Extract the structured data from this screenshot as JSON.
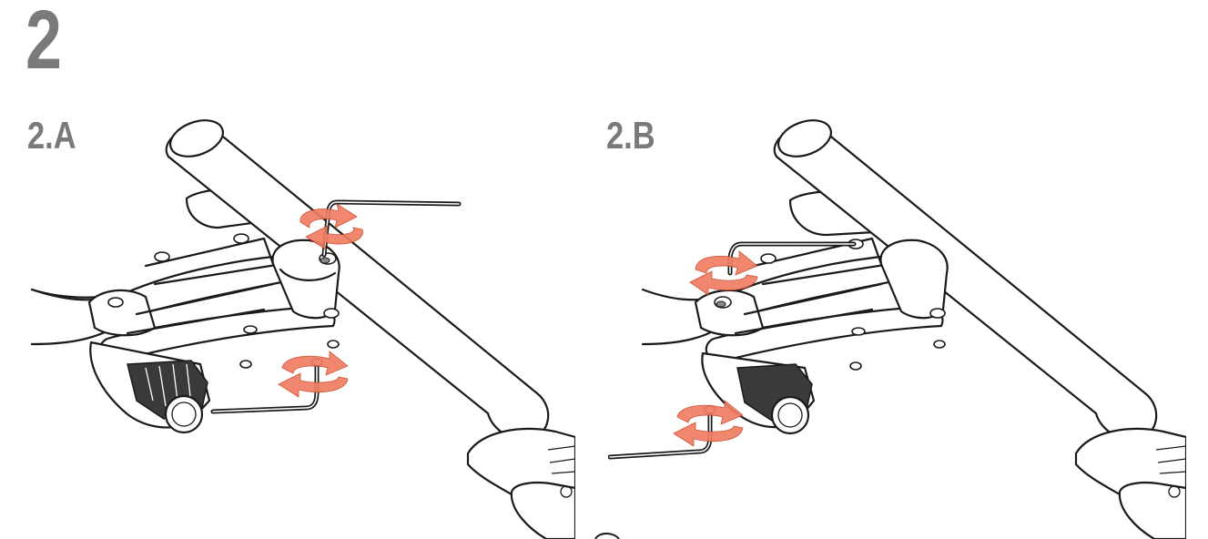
{
  "step": {
    "number": "2",
    "sub_a": "2.A",
    "sub_b": "2.B"
  },
  "colors": {
    "title": "#7a7a7a",
    "arrow": "#ef7d62",
    "line": "#1a1a1a"
  },
  "icons": [
    "allen-wrench-icon",
    "rotation-arrow-icon"
  ]
}
